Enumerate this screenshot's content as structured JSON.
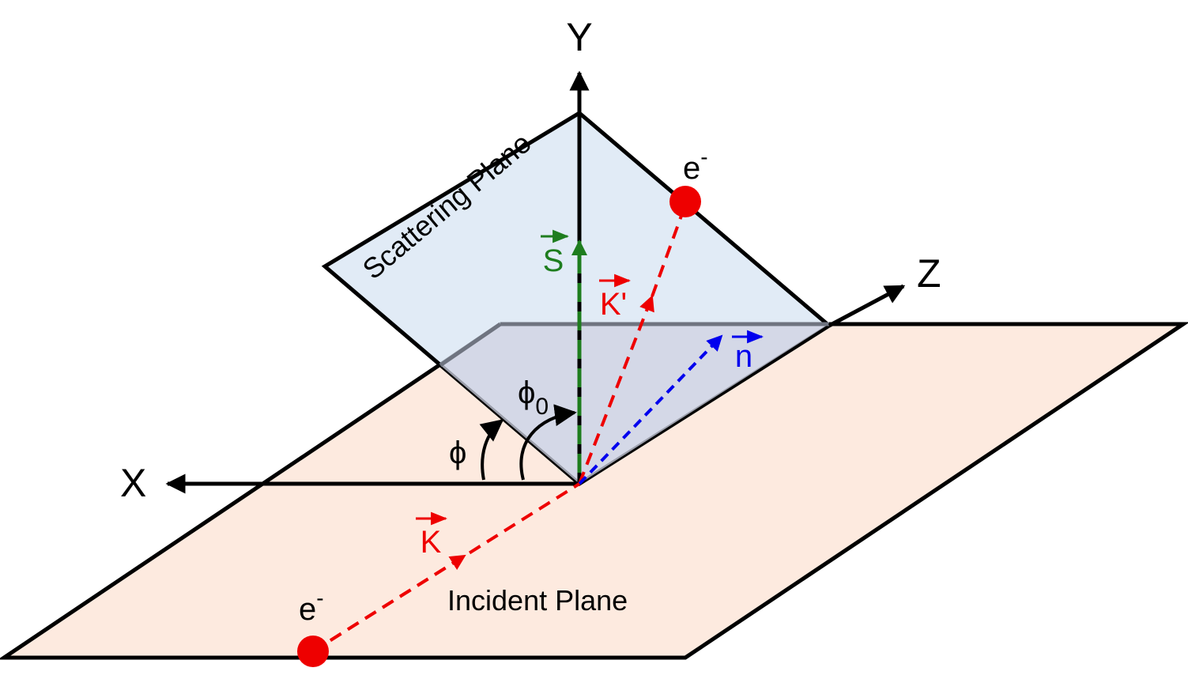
{
  "axes": {
    "x_label": "X",
    "y_label": "Y",
    "z_label": "Z"
  },
  "planes": {
    "scattering_label": "Scattering Plane",
    "incident_label": "Incident Plane"
  },
  "vectors": {
    "s_label": "S",
    "k_prime_label": "K'",
    "k_label": "K",
    "n_label": "n"
  },
  "angles": {
    "phi_label": "ϕ",
    "phi0_label": "ϕ",
    "phi0_subscript": "0"
  },
  "particles": {
    "electron_symbol": "e",
    "electron_charge": "-"
  },
  "colors": {
    "axis": "#000000",
    "incident_plane_fill": "#fdeadf",
    "scattering_plane_fill": "#dce8f5",
    "overlap_fill": "#d7d7e4",
    "s_vector": "#1e7d1e",
    "k_vector": "#ee0000",
    "n_vector": "#0000ee",
    "electron": "#ee0000"
  }
}
